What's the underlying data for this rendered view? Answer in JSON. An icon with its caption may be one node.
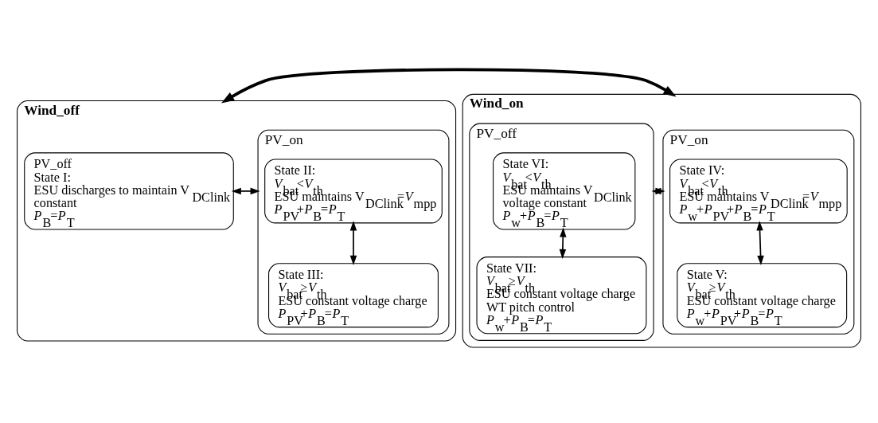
{
  "diagram": {
    "nodes": [
      {
        "text": [
          "Wind_off"
        ]
      },
      {
        "text": [
          "PV_off",
          "State I:",
          "ESU discharges to maintain V$_{DClink}$ constant",
          "*P*$_{B}$=*P*$_{T}$"
        ],
        "in": 0
      },
      {
        "text": [
          "PV_on"
        ],
        "in": 0
      },
      {
        "text": [
          "State II:",
          "*V*$_{bat}$<*V*$_{th}$",
          "ESU maintains V$_{DClink}$=*V*$_{mpp}$",
          "*P*$_{PV}$+*P*$_{B}$=*P*$_{T}$"
        ],
        "in": 2
      },
      {
        "text": [
          "State III:",
          "*V*$_{bat}$≥*V*$_{th}$",
          "ESU constant voltage charge",
          "*P*$_{PV}$+*P*$_{B}$=*P*$_{T}$"
        ],
        "in": 2
      },
      {
        "text": [
          "Wind_on"
        ]
      },
      {
        "text": [
          "PV_on"
        ],
        "in": 5
      },
      {
        "text": [
          "State IV:",
          "*V*$_{bat}$<*V*$_{th}$",
          "ESU maintains V$_{DClink}$=*V*$_{mpp}$",
          "*P*$_{w}$+*P*$_{PV}$+*P*$_{B}$=*P*$_{T}$"
        ],
        "in": 6
      },
      {
        "text": [
          "State V:",
          "*V*$_{bat}$≥*V*$_{th}$",
          "ESU constant voltage charge",
          "*P*$_{w}$+*P*$_{PV}$+*P*$_{B}$=*P*$_{T}$"
        ],
        "in": 6
      },
      {
        "text": [
          "PV_off"
        ],
        "in": 5
      },
      {
        "text": [
          "State VI:",
          "*V*$_{bat}$<*V*$_{th}$",
          "ESU maintains V$_{DClink}$ voltage constant",
          "*P*$_{w}$+*P*$_{B}$=*P*$_{T}$"
        ],
        "in": 9
      },
      {
        "text": [
          "State VII:",
          "*V*$_{bat}$≥*V*$_{th}$",
          "ESU constant voltage charge",
          "WT pitch control",
          "*P*$_{w}$+*P*$_{B}$=*P*$_{T}$"
        ],
        "in": 9
      }
    ],
    "edges": [
      {
        "from": 1,
        "to": 2,
        "arrow": "both"
      },
      {
        "from": 3,
        "to": 4,
        "arrow": "both"
      },
      {
        "from": 0,
        "to": 5,
        "arrow": "both",
        "style": "thick"
      },
      {
        "from": 7,
        "to": 8,
        "arrow": "both"
      },
      {
        "from": 6,
        "to": 9,
        "arrow": "both"
      },
      {
        "from": 10,
        "to": 11,
        "arrow": "both"
      }
    ]
  }
}
